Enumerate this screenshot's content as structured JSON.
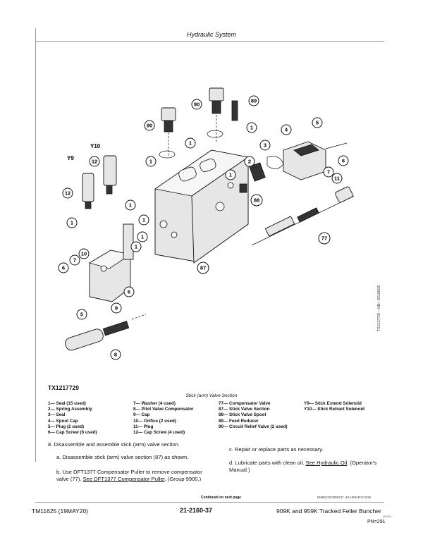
{
  "header": {
    "title": "Hydraulic System"
  },
  "figure": {
    "id": "TX1217729",
    "side_code": "TX1217729 —UN—22JUN15",
    "caption": "Stick (arm) Valve Section",
    "callouts": {
      "c1": "1",
      "c2": "2",
      "c3": "3",
      "c4": "4",
      "c5": "5",
      "c6": "6",
      "c7": "7",
      "c8": "8",
      "c9": "9",
      "c10": "10",
      "c11": "11",
      "c12": "12",
      "c77": "77",
      "c87": "87",
      "c88": "88",
      "c89": "89",
      "c90": "90"
    },
    "labels": {
      "y9": "Y9",
      "y10": "Y10"
    }
  },
  "legend": {
    "col1": [
      "1— Seal (15 used)",
      "2— Spring Assembly",
      "3— Seal",
      "4— Spool Cap",
      "5— Plug (2 used)",
      "6— Cap Screw (6 used)"
    ],
    "col2": [
      "7— Washer (4 used)",
      "8— Pilot Valve Compensator",
      "9— Cap",
      "10— Orifice (2 used)",
      "11— Plug",
      "12— Cap Screw (4 used)"
    ],
    "col3": [
      "77— Compensator Valve",
      "87— Stick Valve Section",
      "88— Stick Valve Spool",
      "89— Feed Reducer",
      "90— Circuit Relief Valve (2 used)"
    ],
    "col4": [
      "Y9— Stick Extend Solenoid",
      "Y10— Stick Retract Solenoid"
    ]
  },
  "steps": {
    "s8": "8.  Disassemble and assemble stick (arm) valve section.",
    "a": "a.  Disassemble stick (arm) valve section (87) as shown.",
    "b_text": "b.  Use DFT1377 Compensator Puller to remove compensator valve (77).",
    "b_link": "See DFT1377 Compensator Puller",
    "b_tail": ". (Group 9900.)",
    "c": "c.  Repair or replace parts as necessary.",
    "d_text": "d.  Lubricate parts with clean oil.",
    "d_link": "See Hydraulic Oil",
    "d_tail": ". (Operator's Manual.)"
  },
  "continued": "Continued on next page",
  "ref_code": "NM95233,0000137 -19-13MAR17-8/19",
  "footer": {
    "left": "TM11625 (19MAY20)",
    "center": "21-2160-37",
    "right": "909K and 959K Tracked Feller Buncher",
    "small": "051920",
    "pn": "PN=291"
  }
}
